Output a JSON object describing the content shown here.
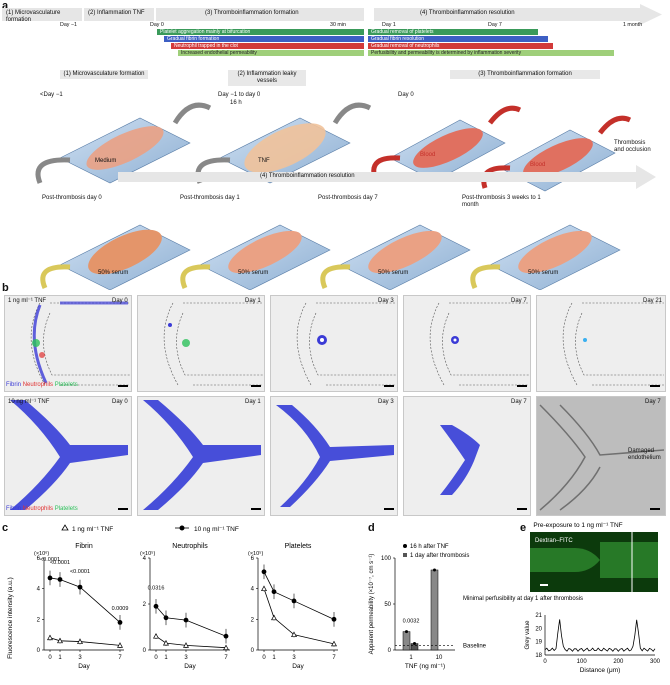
{
  "panel_labels": {
    "a": "a",
    "b": "b",
    "c": "c",
    "d": "d",
    "e": "e"
  },
  "timeline": {
    "stage1": "(1) Microvasculature formation",
    "stage2": "(2) Inflammation TNF",
    "stage3": "(3) Thromboinflammation formation",
    "stage4": "(4) Thromboinflammation resolution",
    "ticks": [
      "Day −1",
      "Day 0",
      "30 min",
      "Day 1",
      "Day 7",
      "1 month"
    ],
    "bars": [
      {
        "label": "Platelet aggregation mainly at bifurcation",
        "color": "#3a9a5a"
      },
      {
        "label": "Gradual fibrin formation",
        "color": "#3d5fc4"
      },
      {
        "label": "Neutrophil trapped in the clot",
        "color": "#d23a3a"
      },
      {
        "label": "Increased endothelial permeability",
        "color": "#9fcf7a"
      },
      {
        "label": "Gradual removal of platelets",
        "color": "#3a9a5a"
      },
      {
        "label": "Gradual fibrin resolution",
        "color": "#3d5fc4"
      },
      {
        "label": "Gradual removal of neutrophils",
        "color": "#d23a3a"
      },
      {
        "label": "Perfusibility and permeability is determined by inflammation severity",
        "color": "#9fcf7a"
      }
    ]
  },
  "schematic": {
    "row1": {
      "s1_title": "(1) Microvasculature formation",
      "s1_time": "<Day −1",
      "s1_chip": "Medium",
      "s2_title": "(2) Inflammation leaky vessels",
      "s2_time": "Day −1 to day 0",
      "s2_time2": "16 h",
      "s2_chip": "TNF",
      "s3_title": "(3) Thromboinflammation formation",
      "s3_time": "Day 0",
      "s3_chip": "Blood",
      "s3_chip2": "Blood",
      "s3_note": "Thrombosis and occlusion"
    },
    "row2": {
      "title": "(4) Thromboinflammation resolution",
      "items": [
        {
          "time": "Post-thrombosis day 0",
          "chip": "50% serum"
        },
        {
          "time": "Post-thrombosis day 1",
          "chip": "50% serum"
        },
        {
          "time": "Post-thrombosis day 7",
          "chip": "50% serum"
        },
        {
          "time": "Post-thrombosis 3 weeks to 1 month",
          "chip": "50% serum"
        }
      ]
    }
  },
  "micrographs": {
    "row1_condition": "1 ng ml⁻¹ TNF",
    "row2_condition": "10 ng ml⁻¹ TNF",
    "row1_days": [
      "Day 0",
      "Day 1",
      "Day 3",
      "Day 7",
      "Day 21"
    ],
    "row2_days": [
      "Day 0",
      "Day 1",
      "Day 3",
      "Day 7",
      "Day 7"
    ],
    "legend": {
      "fibrin": "Fibrin",
      "neutrophils": "Neutrophils",
      "platelets": "Platelets"
    },
    "annotation": "Damaged endothelium"
  },
  "chart_data": [
    {
      "type": "line",
      "title": "Fibrin",
      "xlabel": "Day",
      "ylabel": "Fluorescence intensity (a.u.)",
      "y_multiplier": "(×10⁶)",
      "x": [
        0,
        1,
        3,
        7
      ],
      "ylim": [
        0,
        6
      ],
      "yticks": [
        0,
        2,
        4,
        6
      ],
      "series": [
        {
          "name": "1 ng ml⁻¹ TNF",
          "values": [
            0.8,
            0.6,
            0.55,
            0.3
          ]
        },
        {
          "name": "10 ng ml⁻¹ TNF",
          "values": [
            4.7,
            4.6,
            4.1,
            1.8
          ]
        }
      ],
      "annotations": [
        "<0.0001",
        "<0.0001",
        "<0.0001",
        "0.0009"
      ]
    },
    {
      "type": "line",
      "title": "Neutrophils",
      "xlabel": "Day",
      "y_multiplier": "(×10⁵)",
      "x": [
        0,
        1,
        3,
        7
      ],
      "ylim": [
        0,
        4
      ],
      "yticks": [
        0,
        2,
        4
      ],
      "series": [
        {
          "name": "1 ng ml⁻¹ TNF",
          "values": [
            0.6,
            0.3,
            0.2,
            0.1
          ]
        },
        {
          "name": "10 ng ml⁻¹ TNF",
          "values": [
            1.9,
            1.4,
            1.3,
            0.6
          ]
        }
      ],
      "annotations": [
        "0.0316"
      ]
    },
    {
      "type": "line",
      "title": "Platelets",
      "xlabel": "Day",
      "y_multiplier": "(×10⁵)",
      "x": [
        0,
        1,
        3,
        7
      ],
      "ylim": [
        0,
        6
      ],
      "yticks": [
        0,
        2,
        4,
        6
      ],
      "series": [
        {
          "name": "1 ng ml⁻¹ TNF",
          "values": [
            4.0,
            2.1,
            1.0,
            0.4
          ]
        },
        {
          "name": "10 ng ml⁻¹ TNF",
          "values": [
            5.1,
            3.8,
            3.2,
            2.0
          ]
        }
      ]
    },
    {
      "type": "bar",
      "xlabel": "TNF (ng ml⁻¹)",
      "ylabel": "Apparent permeability (×10⁻⁷, cm s⁻¹)",
      "categories": [
        "1",
        "10"
      ],
      "ylim": [
        0,
        100
      ],
      "yticks": [
        0,
        50,
        100
      ],
      "series": [
        {
          "name": "16 h after TNF",
          "values": [
            20,
            87
          ]
        },
        {
          "name": "1 day after thrombosis",
          "values": [
            7,
            null
          ]
        }
      ],
      "annotations": [
        "0.0032",
        "Minimal perfusibility at day 1 after thrombosis",
        "Baseline"
      ]
    },
    {
      "type": "line",
      "title": "Pre-exposure to 1 ng ml⁻¹ TNF",
      "xlabel": "Distance (μm)",
      "ylabel": "Grey value",
      "xlim": [
        0,
        300
      ],
      "xticks": [
        0,
        100,
        200,
        300
      ],
      "ylim": [
        18,
        21
      ],
      "yticks": [
        18,
        19,
        20,
        21
      ],
      "image_label": "Dextran–FITC",
      "peaks_at": [
        40,
        250
      ]
    }
  ]
}
